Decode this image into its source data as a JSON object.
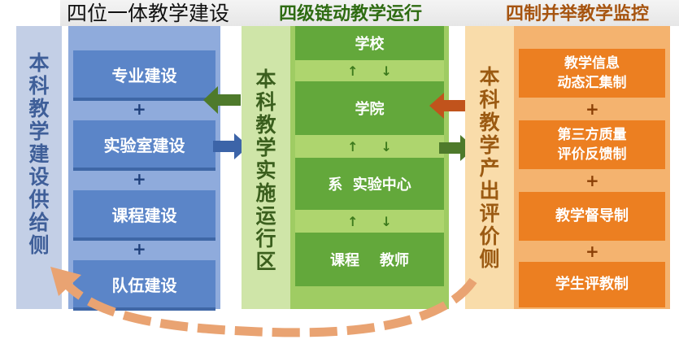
{
  "headings": {
    "left": "四位一体教学建设",
    "middle": "四级链动教学运行",
    "right": "四制并举教学监控"
  },
  "left_label": [
    "本",
    "科",
    "教",
    "学",
    "建",
    "设",
    "供",
    "给",
    "侧"
  ],
  "middle_label": [
    "本",
    "科",
    "教",
    "学",
    "实",
    "施",
    "运",
    "行",
    "区"
  ],
  "right_label": [
    "本",
    "科",
    "教",
    "学",
    "产",
    "出",
    "评",
    "价",
    "侧"
  ],
  "blue_boxes": [
    "专业建设",
    "实验室建设",
    "课程建设",
    "队伍建设"
  ],
  "plus_sign": "+",
  "green_boxes": [
    "学校",
    "学院",
    "系  实验中心",
    "课程    教师"
  ],
  "green_arrows": [
    "↑",
    "↓"
  ],
  "orange_boxes": [
    [
      "教学信息",
      "动态汇集制"
    ],
    [
      "第三方质量",
      "评价反馈制"
    ],
    [
      "教学督导制"
    ],
    [
      "学生评教制"
    ]
  ],
  "colors": {
    "blue": "#5b85c8",
    "green": "#63a83b",
    "orange": "#ec7f21"
  }
}
